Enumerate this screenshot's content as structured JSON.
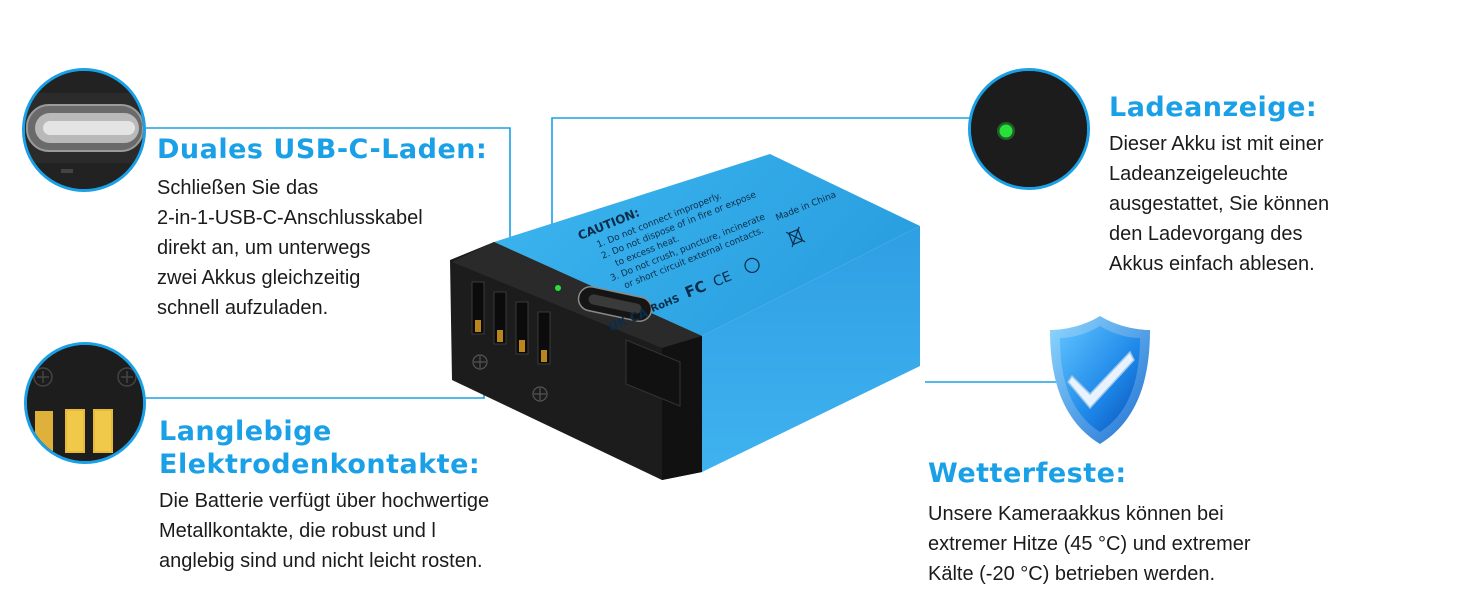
{
  "features": {
    "usb": {
      "title": "Duales USB-C-Laden:",
      "lines": [
        "Schließen Sie das",
        "2-in-1-USB-C-Anschlusskabel",
        "direkt an, um unterwegs",
        "zwei Akkus gleichzeitig",
        "schnell aufzuladen."
      ]
    },
    "contacts": {
      "title_line1": "Langlebige",
      "title_line2": "Elektrodenkontakte:",
      "lines": [
        "Die Batterie verfügt über hochwertige",
        "Metallkontakte, die robust und l",
        "anglebig sind und nicht leicht rosten."
      ]
    },
    "indicator": {
      "title": "Ladeanzeige:",
      "lines": [
        "Dieser Akku ist mit einer",
        "Ladeanzeigeleuchte",
        "ausgestattet, Sie können",
        "den Ladevorgang des",
        "Akkus einfach ablesen."
      ]
    },
    "weather": {
      "title": "Wetterfeste:",
      "lines": [
        "Unsere Kameraakkus können bei",
        "extremer Hitze (45 °C) und extremer",
        "Kälte (-20 °C) betrieben werden."
      ]
    }
  },
  "battery_label": {
    "caution_title": "CAUTION:",
    "caution_lines": [
      "1. Do not connect improperly.",
      "2. Do not dispose of in fire or expose",
      "to excess heat.",
      "3. Do not crush, puncture, incinerate",
      "or short circuit external contacts."
    ],
    "made_in": "Made in China",
    "rohs": "RoHS",
    "ukca": "UK CA",
    "fc": "FC",
    "ce": "CE"
  },
  "colors": {
    "accent": "#1aa0e6",
    "battery_body": "#2ea8e8",
    "battery_end": "#1c1c1c",
    "led": "#27e03a"
  }
}
